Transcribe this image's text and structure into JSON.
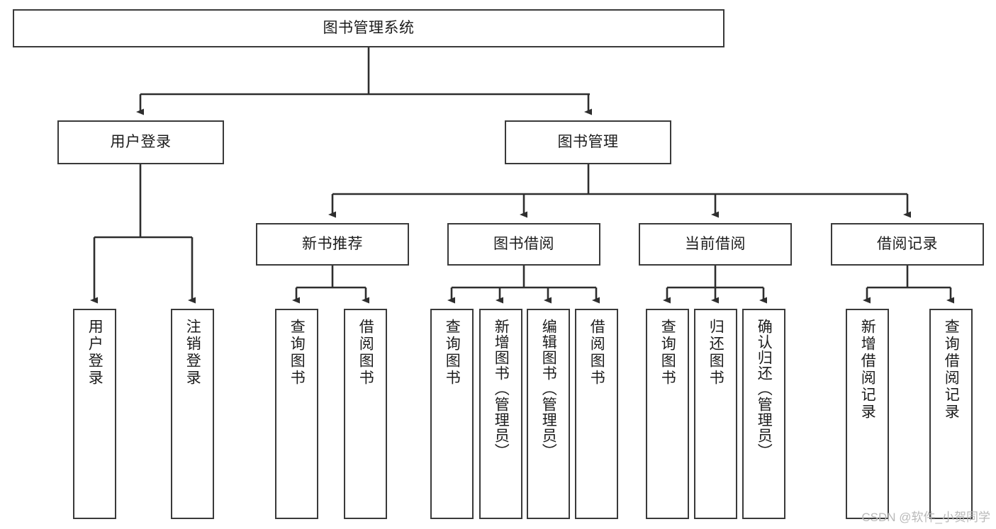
{
  "diagram": {
    "title": "图书管理系统",
    "type": "tree-hierarchy",
    "root": {
      "label": "图书管理系统"
    },
    "level2": [
      {
        "label": "用户登录"
      },
      {
        "label": "图书管理"
      }
    ],
    "level3": [
      {
        "label": "新书推荐"
      },
      {
        "label": "图书借阅"
      },
      {
        "label": "当前借阅"
      },
      {
        "label": "借阅记录"
      }
    ],
    "leaves_user_login": [
      {
        "label": "用户登录"
      },
      {
        "label": "注销登录"
      }
    ],
    "leaves_new_book": [
      {
        "label": "查询图书"
      },
      {
        "label": "借阅图书"
      }
    ],
    "leaves_borrow": [
      {
        "label": "查询图书"
      },
      {
        "label": "新增图书（管理员）"
      },
      {
        "label": "编辑图书（管理员）"
      },
      {
        "label": "借阅图书"
      }
    ],
    "leaves_current": [
      {
        "label": "查询图书"
      },
      {
        "label": "归还图书"
      },
      {
        "label": "确认归还（管理员）"
      }
    ],
    "leaves_records": [
      {
        "label": "新增借阅记录"
      },
      {
        "label": "查询借阅记录"
      }
    ]
  },
  "watermark": "CSDN @软件_小贺同学",
  "colors": {
    "box_border": "#3a3a3a",
    "text": "#1c1c1c",
    "edge": "#2e2e2e",
    "background": "#ffffff",
    "watermark": "#b9b9b9"
  }
}
